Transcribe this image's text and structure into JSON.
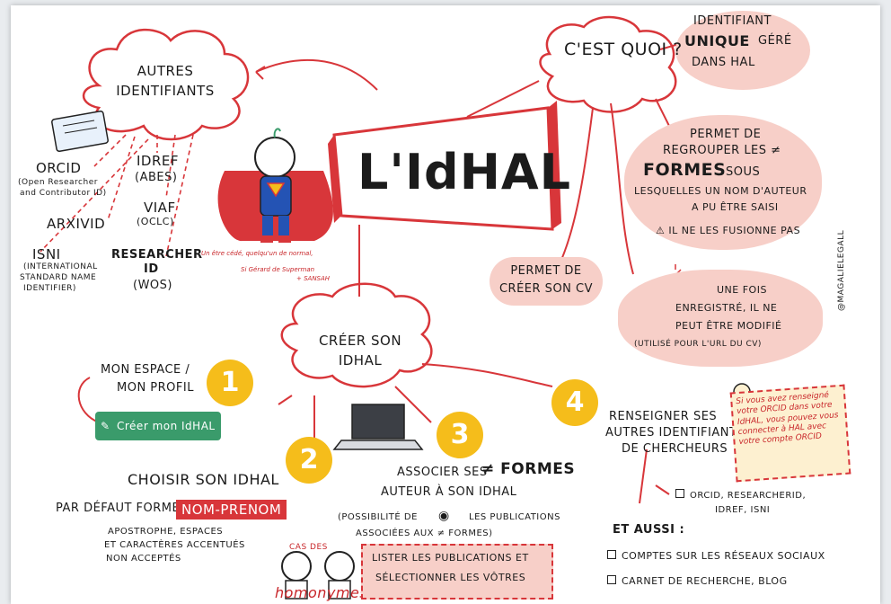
{
  "title": "L'IdHAL",
  "cest_quoi": "C'est quoi ?",
  "autres": [
    "Autres",
    "identifiants"
  ],
  "ids_left": {
    "orcid": "ORCID",
    "orcid_sub": [
      "(Open Researcher",
      "and Contributor ID)"
    ],
    "arxivid": "ARXIVID",
    "isni": "ISNI",
    "isni_sub": [
      "(International",
      "Standard Name",
      "Identifier)"
    ],
    "idref": "IDREF",
    "idref_sub": "(ABES)",
    "viaf": "VIAF",
    "viaf_sub": "(OCLC)",
    "researcher": "RESEARCHER",
    "researcher_id": "ID",
    "researcher_sub": "(WOS)"
  },
  "hero_caption": [
    "Un être cédé, quelqu'un de normal,",
    "Si Gérard de Superman",
    "+ SANSAH"
  ],
  "right_top": {
    "line1": "Identifiant",
    "line2_bold": "UNIQUE",
    "line2_rest": "géré",
    "line3": "dans HAL"
  },
  "right_mid": {
    "line1": "Permet de",
    "line2": "regrouper les ≠",
    "line3_bold": "FORMES",
    "line3_rest": "sous",
    "line4": "lesquelles un nom d'auteur",
    "line5": "a pu être saisi",
    "line6": "⚠ il ne les fusionne pas"
  },
  "cv": [
    "Permet de",
    "créer son CV"
  ],
  "enreg": [
    "Une fois",
    "enregistré, il ne",
    "peut être modifié",
    "(utilisé pour l'URL du CV)"
  ],
  "credit": "@MAGALIELEGALL",
  "creer": [
    "Créer son",
    "IdHAL"
  ],
  "steps": {
    "n1": "1",
    "n2": "2",
    "n3": "3",
    "n4": "4",
    "s1": [
      "Mon espace /",
      "Mon profil"
    ],
    "button": "Créer mon IdHAL",
    "s2_title": "Choisir son IdHAL",
    "s2_default": "Par défaut forme",
    "s2_tag": "NOM-PRENOM",
    "s2_note": [
      "Apostrophe, espaces",
      "et caractères accentués",
      "non acceptés"
    ],
    "s3": [
      "Associer ses",
      "≠ FORMES",
      "auteur à son IdHAL"
    ],
    "s3_note": [
      "(possibilité de",
      "les publications",
      "associées aux ≠ formes)"
    ],
    "s4": [
      "Renseigner ses",
      "autres identifiants",
      "de chercheurs"
    ],
    "s4_list": [
      "ORCID, ResearcherID,",
      "IdRef, ISNI"
    ],
    "aussi": "Et aussi :",
    "aussi_list": [
      "Comptes sur les réseaux sociaux",
      "Carnet de recherche, blog"
    ]
  },
  "homonymes_tag": "Cas des",
  "homonymes": "homonymes",
  "pinkbox": [
    "Lister les publications et",
    "sélectionner les vôtres"
  ],
  "note": "Si vous avez renseigné votre ORCID dans votre IdHAL, vous pouvez vous connecter à HAL avec votre compte ORCID"
}
